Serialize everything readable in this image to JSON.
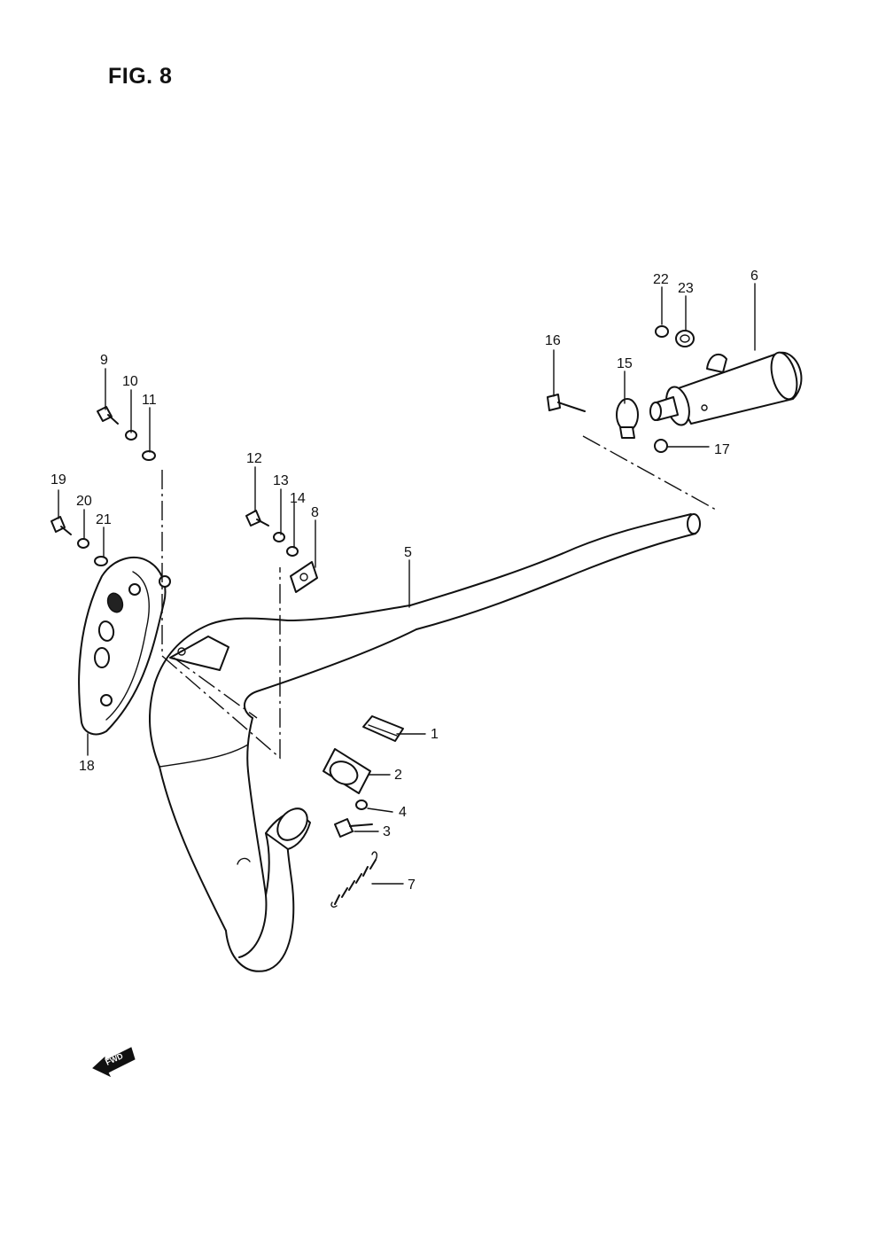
{
  "figure": {
    "title": "FIG. 8"
  },
  "callouts": [
    "1",
    "2",
    "3",
    "4",
    "5",
    "6",
    "7",
    "8",
    "9",
    "10",
    "11",
    "12",
    "13",
    "14",
    "15",
    "16",
    "17",
    "18",
    "19",
    "20",
    "21",
    "22",
    "23"
  ],
  "fwd_label": "FWD"
}
